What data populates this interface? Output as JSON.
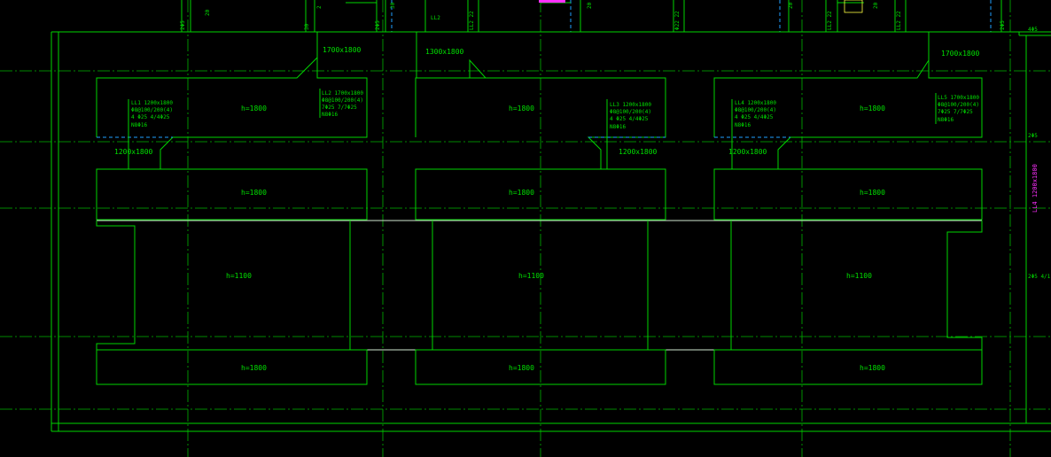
{
  "colors": {
    "background": "#000000",
    "line": "#00d400",
    "text": "#00e000",
    "magenta": "#ff30ff",
    "yellow": "#ffff40",
    "dashed": "#20a0ff"
  },
  "top_labels": [
    "2Φ5",
    "20",
    "30",
    "2Φ5",
    "30",
    "LL2",
    "LL2 22",
    "2",
    "20",
    "Φ22 22",
    "20",
    "LL2 22",
    "20",
    "LL2 22",
    "2Φ5"
  ],
  "right_labels": [
    "4Φ5",
    "2Φ5",
    "2Φ5 4/1"
  ],
  "right_magenta": "LL4 1200x1800",
  "slab_upper": "h=1800",
  "slab_middle": "h=1800",
  "slab_lower": "h=1100",
  "slab_bottom": "h=1800",
  "openings": {
    "upper_left": "1700x1800",
    "upper_mid": "1300x1800",
    "upper_right": "1700x1800",
    "lower_left": "1200x1800",
    "lower_mid": "1200x1800",
    "lower_right": "1200x1800"
  },
  "beam_notes": [
    [
      "LL1 1200x1800",
      "Φ8@100/200(4)",
      "4 Φ25 4/4Φ25",
      "N8Φ16"
    ],
    [
      "LL2 1700x1800",
      "Φ8@100/200(4)",
      "7Φ25 7/7Φ25",
      "N8Φ16"
    ],
    [
      "LL3 1200x1800",
      "Φ8@100/200(4)",
      "4 Φ25 4/4Φ25",
      "N8Φ16"
    ],
    [
      "LL4 1200x1800",
      "Φ8@100/200(4)",
      "4 Φ25 4/4Φ25",
      "N8Φ16"
    ],
    [
      "LL5 1700x1800",
      "Φ8@100/200(4)",
      "7Φ25 7/7Φ25",
      "N8Φ16"
    ]
  ]
}
